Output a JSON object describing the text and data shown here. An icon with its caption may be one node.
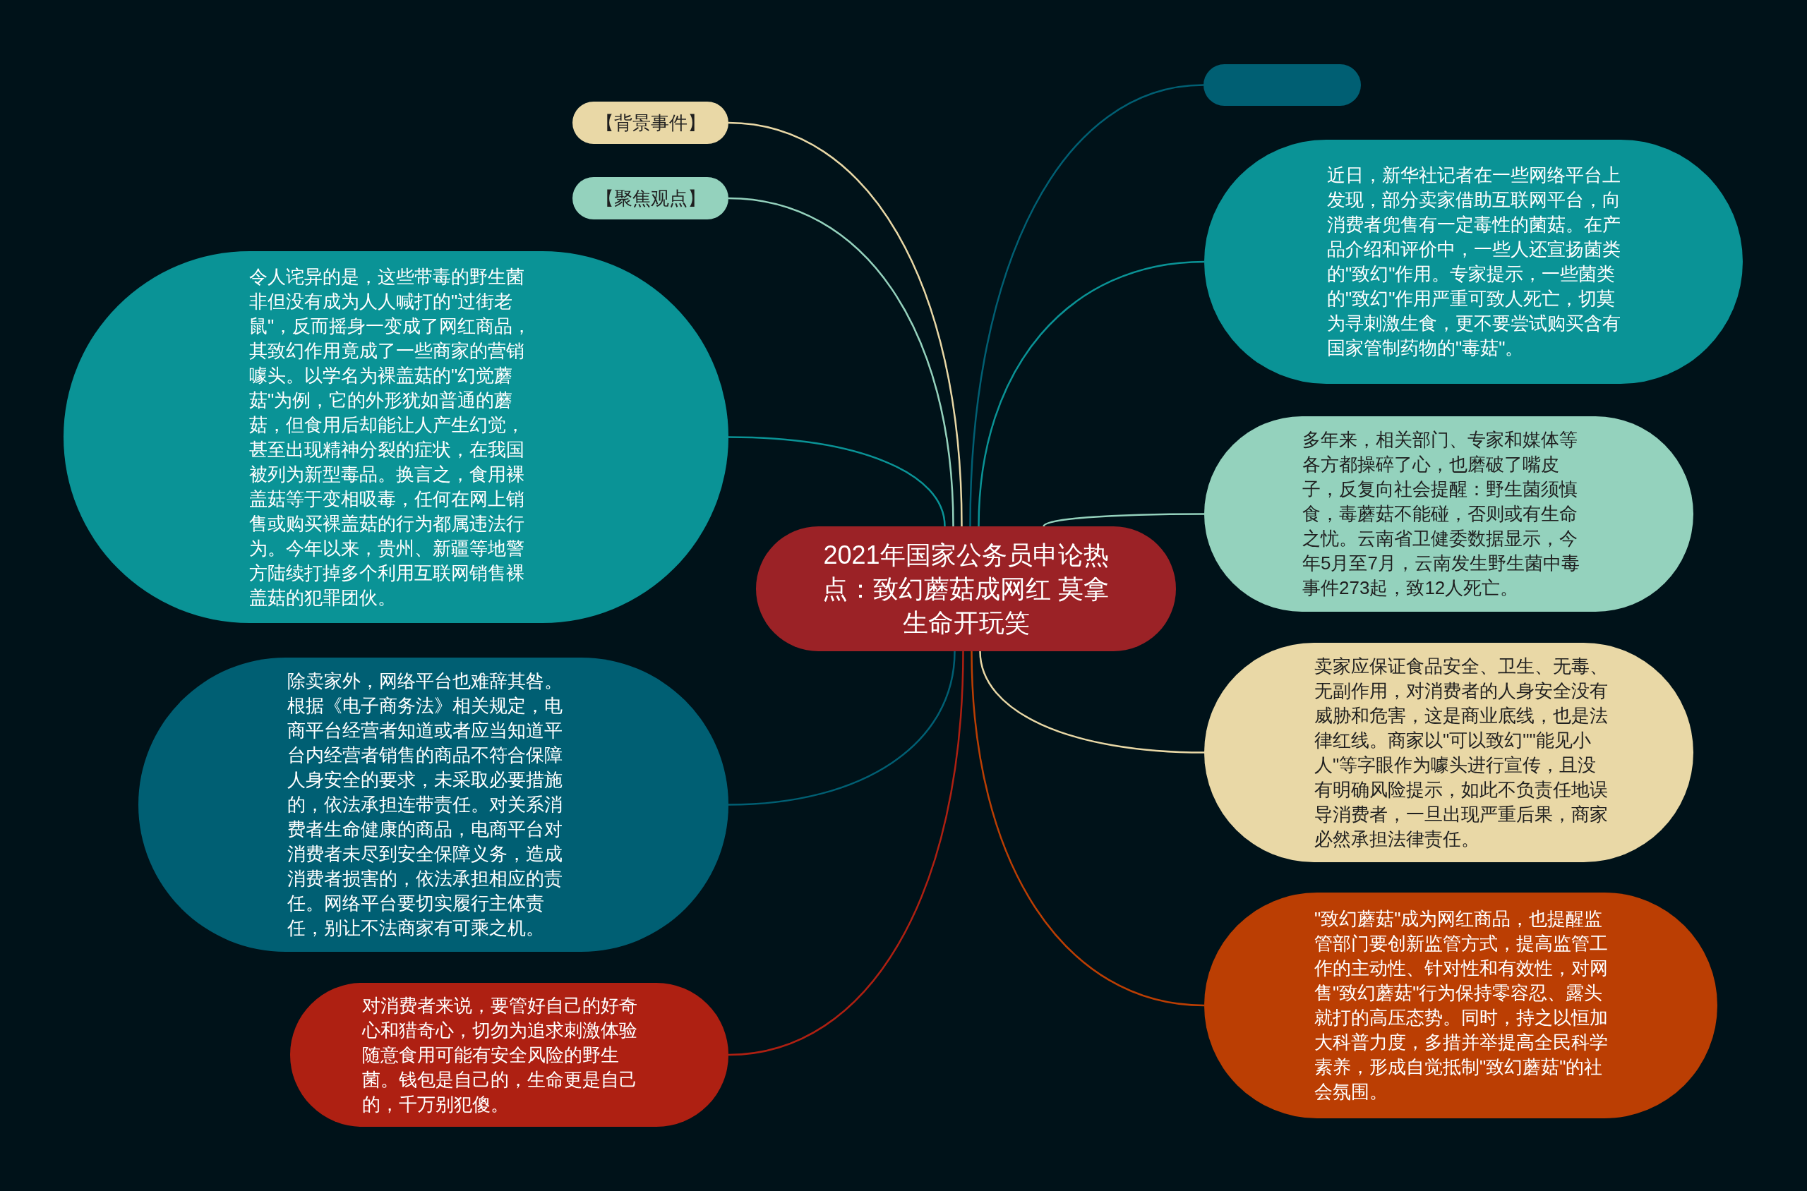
{
  "diagram": {
    "nodes": [
      {
        "text": [
          "2021年国家公务员申论热点：致幻蘑菇成网红 莫拿生命开玩笑"
        ]
      },
      {
        "text": [
          "【背景事件】"
        ]
      },
      {
        "text": [
          "【聚焦观点】"
        ]
      },
      {
        "text": [
          "令人诧异的是，这些带毒的野生菌非但没有成为人人喊打的\"过街老鼠\"，反而摇身一变成了网红商品，其致幻作用竟成了一些商家的营销噱头。以学名为裸盖菇的\"幻觉蘑菇\"为例，它的外形犹如普通的蘑菇，但食用后却能让人产生幻觉，甚至出现精神分裂的症状，在我国被列为新型毒品。换言之，食用裸盖菇等于变相吸毒，任何在网上销售或购买裸盖菇的行为都属违法行为。今年以来，贵州、新疆等地警方陆续打掉多个利用互联网销售裸盖菇的犯罪团伙。"
        ]
      },
      {
        "text": [
          "除卖家外，网络平台也难辞其咎。根据《电子商务法》相关规定，电商平台经营者知道或者应当知道平台内经营者销售的商品不符合保障人身安全的要求，未采取必要措施的，依法承担连带责任。对关系消费者生命健康的商品，电商平台对消费者未尽到安全保障义务，造成消费者损害的，依法承担相应的责任。网络平台要切实履行主体责任，别让不法商家有可乘之机。"
        ]
      },
      {
        "text": [
          "对消费者来说，要管好自己的好奇心和猎奇心，切勿为追求刺激体验随意食用可能有安全风险的野生菌。钱包是自己的，生命更是自己的，千万别犯傻。"
        ]
      },
      {
        "text": [],
        "shape": "box"
      },
      {
        "text": [
          "近日，新华社记者在一些网络平台上发现，部分卖家借助互联网平台，向消费者兜售有一定毒性的菌菇。在产品介绍和评价中，一些人还宣扬菌类的\"致幻\"作用。专家提示，一些菌类的\"致幻\"作用严重可致人死亡，切莫为寻刺激生食，更不要尝试购买含有国家管制药物的\"毒菇\"。"
        ]
      },
      {
        "text": [
          "多年来，相关部门、专家和媒体等各方都操碎了心，也磨破了嘴皮子，反复向社会提醒：野生菌须慎食，毒蘑菇不能碰，否则或有生命之忧。云南省卫健委数据显示，今年5月至7月，云南发生野生菌中毒事件273起，致12人死亡。"
        ]
      },
      {
        "text": [
          "卖家应保证食品安全、卫生、无毒、无副作用，对消费者的人身安全没有威胁和危害，这是商业底线，也是法律红线。商家以\"可以致幻\"\"能见小人\"等字眼作为噱头进行宣传，且没有明确风险提示，如此不负责任地误导消费者，一旦出现严重后果，商家必然承担法律责任。"
        ]
      },
      {
        "text": [
          "\"致幻蘑菇\"成为网红商品，也提醒监管部门要创新监管方式，提高监管工作的主动性、针对性和有效性，对网售\"致幻蘑菇\"行为保持零容忍、露头就打的高压态势。同时，持之以恒加大科普力度，多措并举提高全民科学素养，形成自觉抵制\"致幻蘑菇\"的社会氛围。"
        ]
      }
    ],
    "edges": [
      {
        "from": 0,
        "to": 1,
        "arrow": "none",
        "color": "#e9d8a6"
      },
      {
        "from": 0,
        "to": 2,
        "arrow": "none",
        "color": "#94d2bd"
      },
      {
        "from": 0,
        "to": 3,
        "arrow": "none",
        "color": "#0a9396"
      },
      {
        "from": 0,
        "to": 4,
        "arrow": "none",
        "color": "#005f73"
      },
      {
        "from": 0,
        "to": 5,
        "arrow": "none",
        "color": "#ae2012"
      },
      {
        "from": 0,
        "to": 6,
        "arrow": "none",
        "color": "#005f73"
      },
      {
        "from": 0,
        "to": 7,
        "arrow": "none",
        "color": "#0a9396"
      },
      {
        "from": 0,
        "to": 8,
        "arrow": "none",
        "color": "#94d2bd"
      },
      {
        "from": 0,
        "to": 9,
        "arrow": "none",
        "color": "#e9d8a6"
      },
      {
        "from": 0,
        "to": 10,
        "arrow": "none",
        "color": "#bb3e03"
      }
    ]
  }
}
